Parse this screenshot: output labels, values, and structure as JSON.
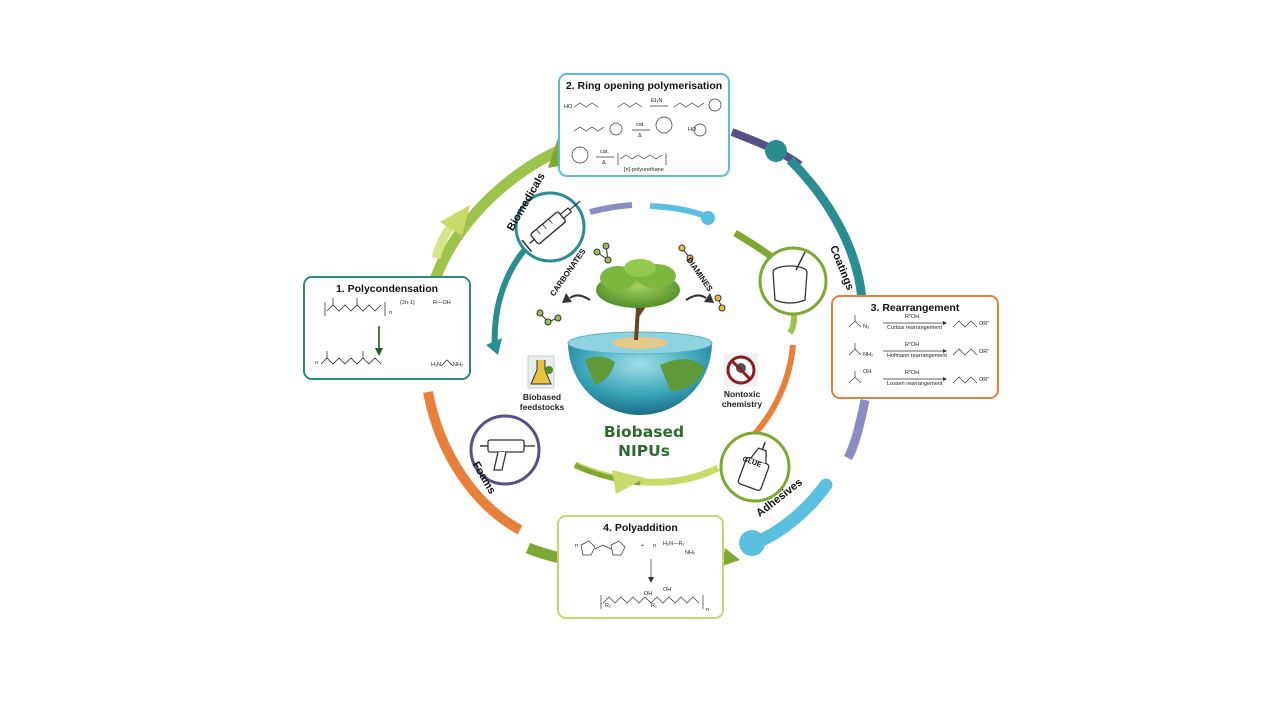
{
  "center": {
    "title_line1": "Biobased",
    "title_line2": "NIPUs",
    "feedstocks_line1": "Biobased",
    "feedstocks_line2": "feedstocks",
    "nontoxic_line1": "Nontoxic",
    "nontoxic_line2": "chemistry",
    "carbonates": "CARBONATES",
    "diamines": "DIAMINES"
  },
  "applications": {
    "biomedicals": "Biomedicals",
    "coatings": "Coatings",
    "adhesives": "Adhesives",
    "foams": "Foams",
    "glue_text": "GLUE"
  },
  "routes": {
    "polycondensation": {
      "title": "1. Polycondensation",
      "coef": "(2n-1)",
      "reagent": "R—OH",
      "product_left": "n",
      "product_amine": "H₂N",
      "product_amine2": "NH₂",
      "sub_n": "n"
    },
    "ring_opening": {
      "title": "2. Ring opening polymerisation",
      "cond1": "Et₃N",
      "cond2": "cat.",
      "cond2b": "Δ",
      "cond3": "cat.",
      "cond3b": "Δ",
      "product_name": "[n]-polyurethane",
      "ho_left": "HO",
      "ho_right": "HO"
    },
    "rearrangement": {
      "title": "3. Rearrangement",
      "rows": [
        {
          "reagent": "RʺOH",
          "name": "Curtius rearrangement",
          "substituent": "N₃"
        },
        {
          "reagent": "RʺOH",
          "name": "Hofmann rearrangement",
          "substituent": "NH₂"
        },
        {
          "reagent": "RʺOH",
          "name": "Lossen rearrangement",
          "substituent": "OH"
        }
      ],
      "product_group": "ORʺ"
    },
    "polyaddition": {
      "title": "4. Polyaddition",
      "n_left": "n",
      "plus": "+",
      "n_right": "n",
      "amine": "H₂N—R₂",
      "amine2": "NH₂",
      "oh1": "OH",
      "oh2": "OH",
      "r1": "R₁",
      "r2": "R₂",
      "sub_n": "n"
    }
  },
  "colors": {
    "teal": "#2a8d91",
    "dark_teal": "#1f7a7e",
    "purple": "#55508a",
    "lavender": "#8c8cc4",
    "light_blue": "#5bc0e0",
    "green": "#7da832",
    "lime": "#c9d96a",
    "orange": "#e8803a",
    "box1_border": "#2a8a88",
    "box2_border": "#5bbce0",
    "box3_border": "#e8803a",
    "box4_border": "#c6d66b",
    "title_green": "#2f6b2f"
  }
}
